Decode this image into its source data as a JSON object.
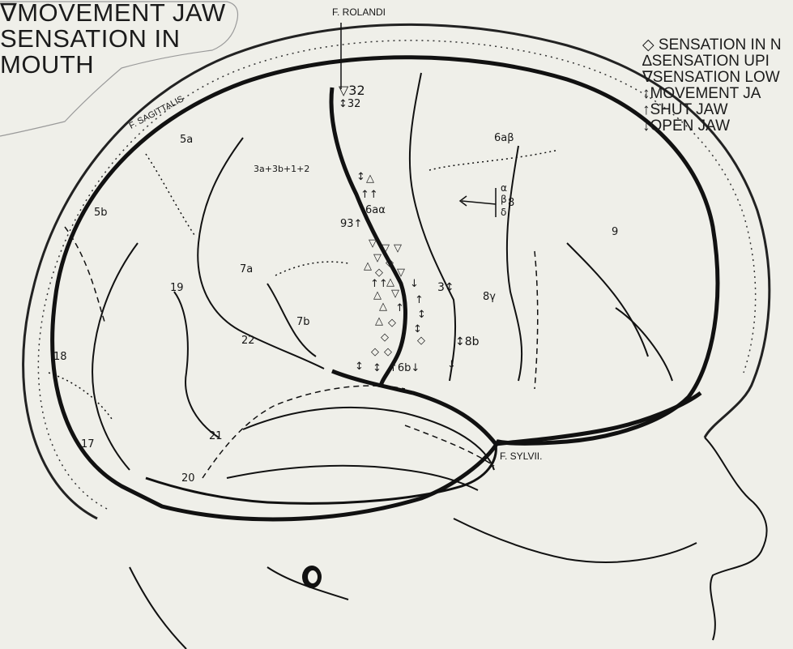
{
  "corner_note": {
    "line1": "∇MOVEMENT JAW",
    "line2": "SENSATION IN",
    "line3": "MOUTH"
  },
  "legend": {
    "item1": "◇ SENSATION IN N",
    "item2": "∆SENSATION UPI",
    "item3": "∇SENSATION LOW",
    "item4": "↕MOVEMENT JA",
    "item5": "↑SHUT JAW",
    "item6": "↓OPEN JAW"
  },
  "fissures": {
    "rolandi": "F. ROLANDI",
    "sagittalis": "F. SAGITTALIS",
    "sylvii": "F. SYLVII."
  },
  "areas": {
    "a32_top": "▽32",
    "a32_sub": "↕32",
    "a6ab": "6aβ",
    "a5a": "5a",
    "a5b": "5b",
    "a3a": "3a+3b+1+2",
    "a6aa": "6aα",
    "a93": "93↑",
    "a8": "8",
    "alpha": "α",
    "beta": "β",
    "delta": "δ",
    "a9": "9",
    "a7a": "7a",
    "a19": "19",
    "a7b": "7b",
    "a22": "22",
    "a3b": "3↕",
    "a8y": "8γ",
    "a8b": "↕8b",
    "a6b": "↑6b↓",
    "a18": "18",
    "a17": "17",
    "a21": "21",
    "a20": "20"
  },
  "colors": {
    "ink": "#111111",
    "paper": "#efefe9"
  }
}
